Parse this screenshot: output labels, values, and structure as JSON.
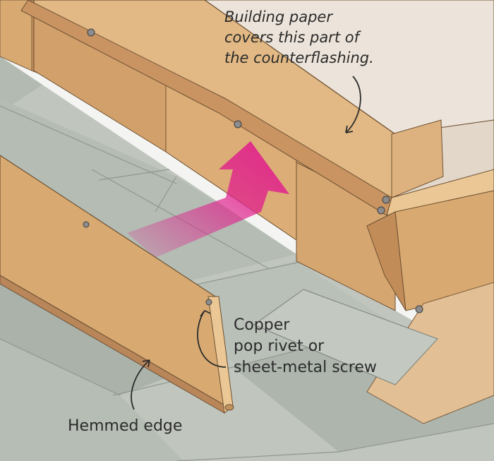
{
  "labels": {
    "building_paper": "Building paper\ncovers this part of\nthe counterflashing.",
    "rivet": "Copper\npop rivet or\nsheet-metal screw",
    "hemmed_edge": "Hemmed edge"
  },
  "colors": {
    "shingle": "#b9c0b8",
    "shingle_dark": "#9aa39b",
    "copper": "#d8aa72",
    "copper_light": "#ebc795",
    "copper_dark": "#b9865a",
    "wall": "#ece2d8",
    "arrow": "#e0208c",
    "ink": "#2b2b2b"
  }
}
